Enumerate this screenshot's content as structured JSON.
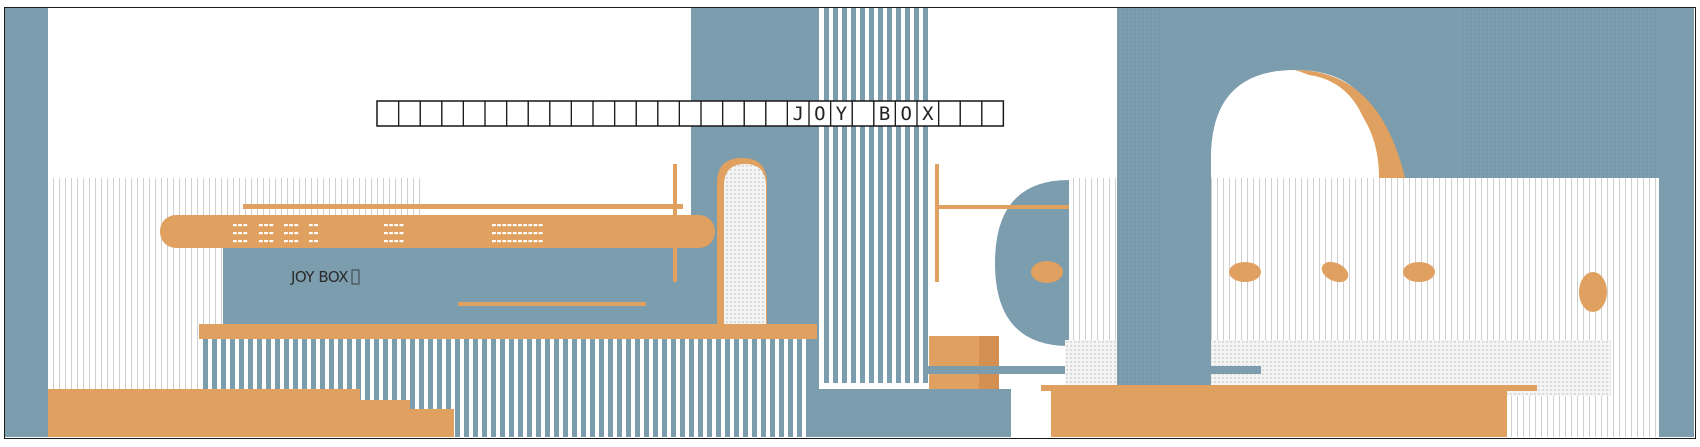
{
  "sign": {
    "letters": [
      "J",
      "O",
      "Y",
      "",
      "B",
      "O",
      "X"
    ],
    "blank_cells_before": 19,
    "blank_cells_after": 3
  },
  "logo": {
    "text": "JOY BOX",
    "mark": "logo-stamp"
  },
  "colors": {
    "blue": "#7b9dad",
    "orange": "#e0a060",
    "white": "#ffffff",
    "stripe": "#d9d9d9",
    "outline": "#1a1a1a"
  }
}
